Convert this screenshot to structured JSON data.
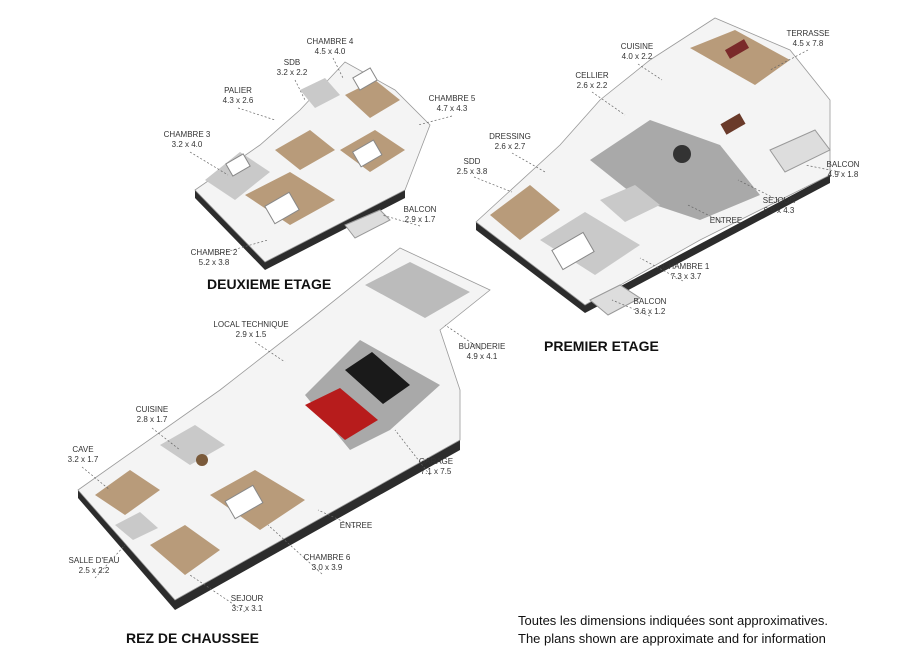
{
  "floors": {
    "second": {
      "title": "DEUXIEME ETAGE"
    },
    "first": {
      "title": "PREMIER ETAGE"
    },
    "ground": {
      "title": "REZ DE CHAUSSEE"
    }
  },
  "rooms": {
    "chambre4": {
      "name": "CHAMBRE 4",
      "dim": "4.5 x 4.0"
    },
    "sdb": {
      "name": "SDB",
      "dim": "3.2 x 2.2"
    },
    "palier": {
      "name": "PALIER",
      "dim": "4.3 x 2.6"
    },
    "chambre5": {
      "name": "CHAMBRE 5",
      "dim": "4.7 x 4.3"
    },
    "chambre3": {
      "name": "CHAMBRE 3",
      "dim": "3.2 x 4.0"
    },
    "balcon2": {
      "name": "BALCON",
      "dim": "2.9 x 1.7"
    },
    "chambre2": {
      "name": "CHAMBRE 2",
      "dim": "5.2 x 3.8"
    },
    "cuisine1": {
      "name": "CUISINE",
      "dim": "4.0 x 2.2"
    },
    "terrasse": {
      "name": "TERRASSE",
      "dim": "4.5 x 7.8"
    },
    "cellier": {
      "name": "CELLIER",
      "dim": "2.6 x 2.2"
    },
    "dressing": {
      "name": "DRESSING",
      "dim": "2.6 x 2.7"
    },
    "sdd": {
      "name": "SDD",
      "dim": "2.5 x 3.8"
    },
    "balcon1a": {
      "name": "BALCON",
      "dim": "4.9 x 1.8"
    },
    "sejour1": {
      "name": "SEJOUR",
      "dim": "6.9 x 4.3"
    },
    "entree1": {
      "name": "ENTREE",
      "dim": ""
    },
    "chambre1": {
      "name": "CHAMBRE 1",
      "dim": "7.3 x 3.7"
    },
    "balcon1b": {
      "name": "BALCON",
      "dim": "3.6 x 1.2"
    },
    "localtech": {
      "name": "LOCAL TECHNIQUE",
      "dim": "2.9 x 1.5"
    },
    "buanderie": {
      "name": "BUANDERIE",
      "dim": "4.9 x 4.1"
    },
    "cuisine0": {
      "name": "CUISINE",
      "dim": "2.8 x 1.7"
    },
    "cave": {
      "name": "CAVE",
      "dim": "3.2 x 1.7"
    },
    "garage": {
      "name": "GARAGE",
      "dim": "7.1 x 7.5"
    },
    "entree0": {
      "name": "ENTREE",
      "dim": ""
    },
    "salleeau": {
      "name": "SALLE D'EAU",
      "dim": "2.5 x 2.2"
    },
    "chambre6": {
      "name": "CHAMBRE 6",
      "dim": "3.0 x 3.9"
    },
    "sejour0": {
      "name": "SEJOUR",
      "dim": "3.7 x 3.1"
    }
  },
  "disclaimer": {
    "fr": "Toutes les dimensions indiquées sont approximatives.",
    "en": "The plans shown are approximate and for information"
  }
}
